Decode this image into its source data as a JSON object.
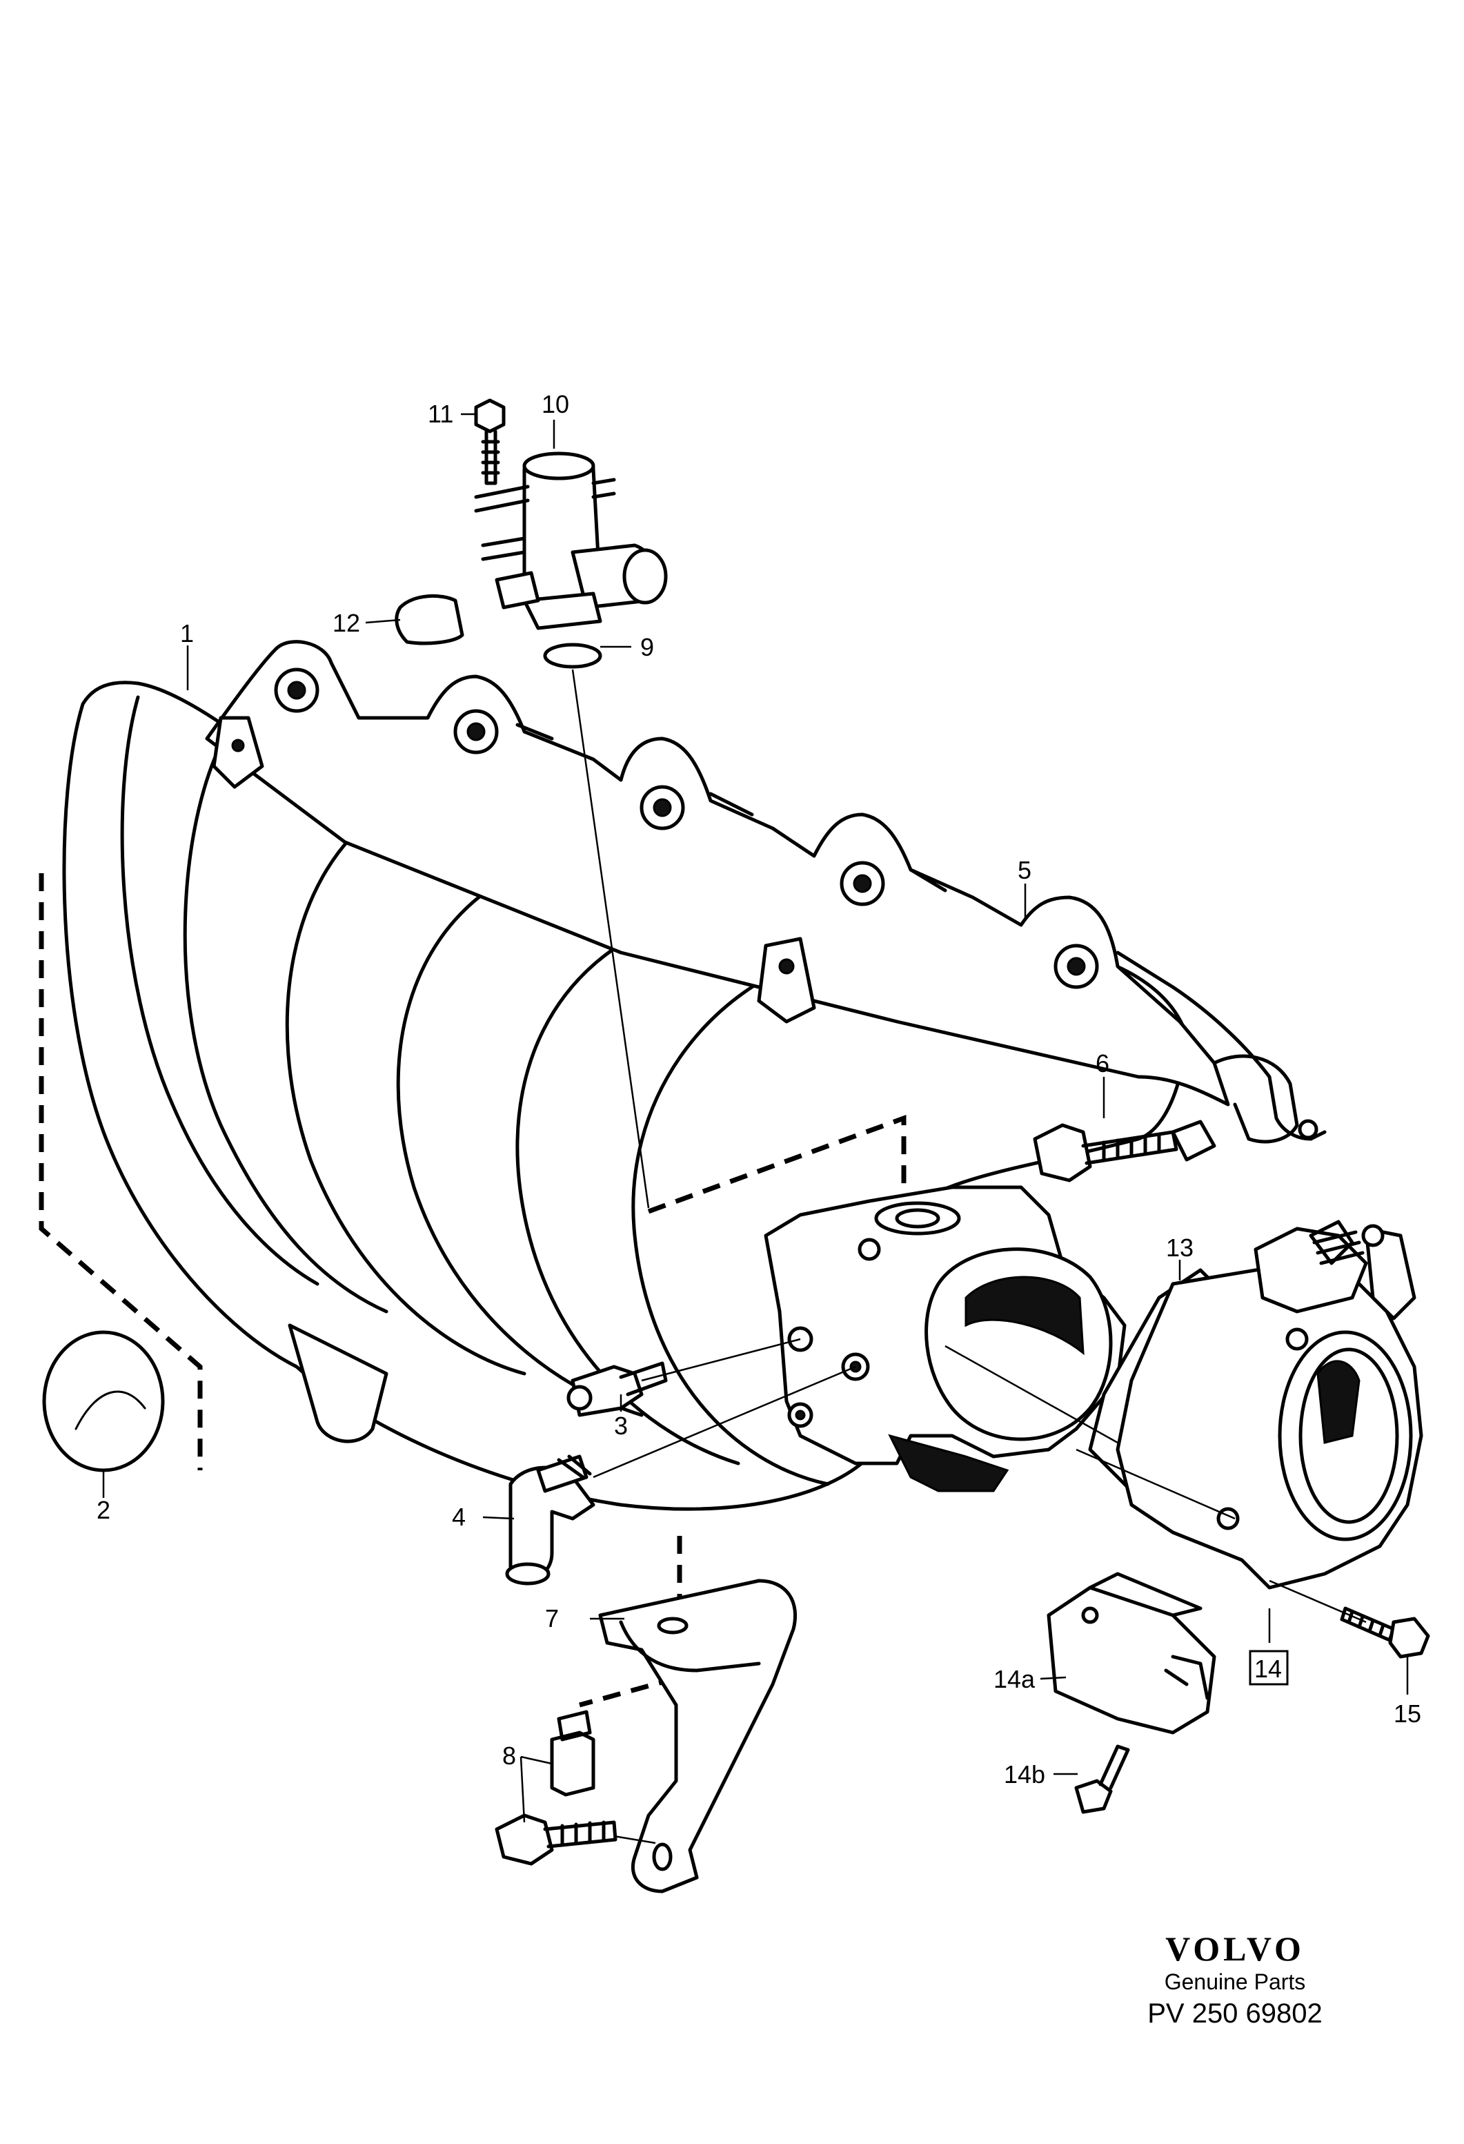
{
  "callouts": {
    "c1": "1",
    "c2": "2",
    "c3": "3",
    "c4": "4",
    "c5": "5",
    "c6": "6",
    "c7": "7",
    "c8": "8",
    "c9": "9",
    "c10": "10",
    "c11": "11",
    "c12": "12",
    "c13": "13",
    "c14": "14",
    "c14a": "14a",
    "c14b": "14b",
    "c15": "15"
  },
  "brand": {
    "name": "VOLVO",
    "subtitle": "Genuine Parts",
    "code": "PV 250 69802"
  }
}
